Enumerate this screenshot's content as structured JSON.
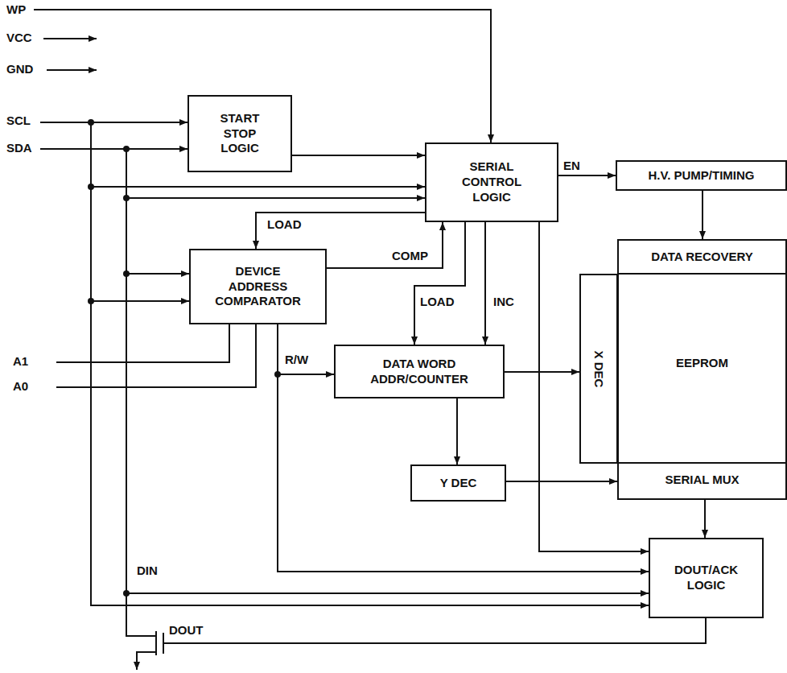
{
  "diagram": {
    "nodes": [
      {
        "text": [
          "START STOP LOGIC"
        ]
      },
      {
        "text": [
          "SERIAL CONTROL LOGIC"
        ]
      },
      {
        "text": [
          "H.V. PUMP/TIMING"
        ]
      },
      {
        "text": [
          "DEVICE ADDRESS COMPARATOR"
        ]
      },
      {
        "text": [
          "DATA WORD ADDR/COUNTER"
        ]
      },
      {
        "text": [
          "DATA RECOVERY",
          "EEPROM",
          "SERIAL MUX"
        ]
      },
      {
        "text": [
          "X DEC"
        ]
      },
      {
        "text": [
          "Y DEC"
        ]
      },
      {
        "text": [
          "DOUT/ACK LOGIC"
        ]
      }
    ],
    "edges": [
      {
        "from": 0,
        "to": 1,
        "arrow": "to"
      },
      {
        "from": 1,
        "to": 2,
        "arrow": "to",
        "label": "EN"
      },
      {
        "from": 1,
        "to": 3,
        "arrow": "to",
        "label": "LOAD"
      },
      {
        "from": 3,
        "to": 1,
        "arrow": "to",
        "label": "COMP"
      },
      {
        "from": 1,
        "to": 4,
        "arrow": "to",
        "label": "LOAD"
      },
      {
        "from": 1,
        "to": 4,
        "arrow": "to",
        "label": "INC"
      },
      {
        "from": 3,
        "to": 4,
        "arrow": "to",
        "label": "R/W"
      },
      {
        "from": 3,
        "to": 8,
        "arrow": "to"
      },
      {
        "from": 1,
        "to": 8,
        "arrow": "to"
      },
      {
        "from": 2,
        "to": 5,
        "arrow": "to"
      },
      {
        "from": 4,
        "to": 6,
        "arrow": "to"
      },
      {
        "from": 4,
        "to": 7,
        "arrow": "to"
      },
      {
        "from": 7,
        "to": 5,
        "arrow": "to"
      },
      {
        "from": 5,
        "to": 8,
        "arrow": "to"
      }
    ],
    "labels": [
      "WP",
      "VCC",
      "GND",
      "SCL",
      "SDA",
      "A1",
      "A0",
      "DIN",
      "DOUT"
    ]
  }
}
